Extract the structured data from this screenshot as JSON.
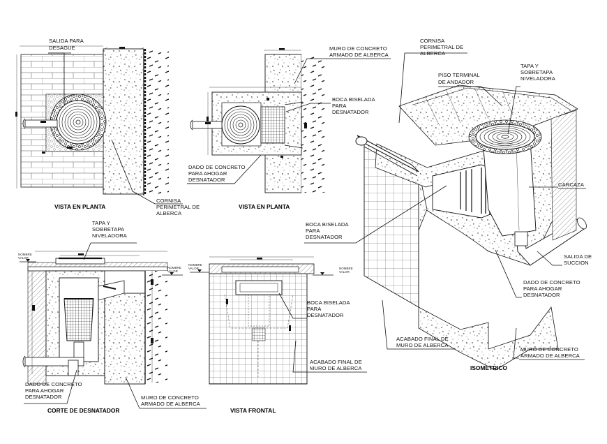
{
  "drawing": {
    "plan_left": {
      "title": "VISTA EN PLANTA",
      "label_outlet": [
        "SALIDA PARA",
        "DESAGUE"
      ],
      "label_coping": [
        "CORNISA",
        "PERIMETRAL DE",
        "ALBERCA"
      ]
    },
    "plan_center": {
      "title": "VISTA EN PLANTA",
      "label_wall": [
        "MURO DE CONCRETO",
        "ARMADO DE ALBERCA"
      ],
      "label_mouth": [
        "BOCA BISELADA",
        "PARA",
        "DESNATADOR"
      ],
      "label_block": [
        "DADO DE CONCRETO",
        "PARA AHOGAR",
        "DESNATADOR"
      ]
    },
    "section": {
      "title": "CORTE DE DESNATADOR",
      "label_lid": [
        "TAPA Y",
        "SOBRETAPA",
        "NIVELADORA"
      ],
      "label_block": [
        "DADO DE CONCRETO",
        "PARA AHOGAR",
        "DESNATADOR"
      ],
      "label_wall": [
        "MURO DE CONCRETO",
        "ARMADO DE ALBERCA"
      ],
      "level_tag": [
        "NOMBRE",
        "VALOR"
      ]
    },
    "front": {
      "title": "VISTA FRONTAL",
      "label_mouth": [
        "BOCA BISELADA",
        "PARA",
        "DESNATADOR"
      ],
      "label_finish": [
        "ACABADO FINAL DE",
        "MURO DE ALBERCA"
      ],
      "level_tag": [
        "NOMBRE",
        "VALOR"
      ]
    },
    "iso": {
      "title": "ISOMETRICO",
      "label_coping": [
        "CORNISA",
        "PERIMETRAL DE",
        "ALBERCA"
      ],
      "label_floor": [
        "PISO TERMINAL",
        "DE ANDADOR"
      ],
      "label_lid": [
        "TAPA Y",
        "SOBRETAPA",
        "NIVELADORA"
      ],
      "label_housing": [
        "CARCAZA"
      ],
      "label_mouth": [
        "BOCA BISELADA",
        "PARA",
        "DESNATADOR"
      ],
      "label_suction": [
        "SALIDA DE",
        "SUCCION"
      ],
      "label_block": [
        "DADO DE CONCRETO",
        "PARA AHOGAR",
        "DESNATADOR"
      ],
      "label_finish": [
        "ACABADO FINAL DE",
        "MURO DE ALBERCA"
      ],
      "label_wall": [
        "MURO DE CONCRETO",
        "ARMADO DE ALBERCA"
      ]
    }
  }
}
